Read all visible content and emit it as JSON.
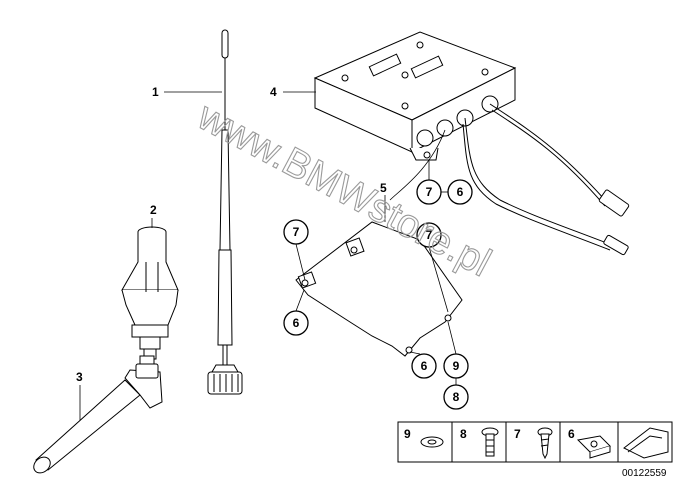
{
  "diagram": {
    "part_labels": [
      "1",
      "2",
      "3",
      "4",
      "5"
    ],
    "callouts": {
      "top_7": "7",
      "top_6": "6",
      "left_7": "7",
      "left_6": "6",
      "right_7": "7",
      "bottom_6": "6",
      "bottom_9": "9",
      "bottom_8": "8"
    },
    "watermark": "www.BMWstore.pl",
    "legend": {
      "items": [
        "9",
        "8",
        "7",
        "6"
      ]
    },
    "part_code": "00122559"
  }
}
